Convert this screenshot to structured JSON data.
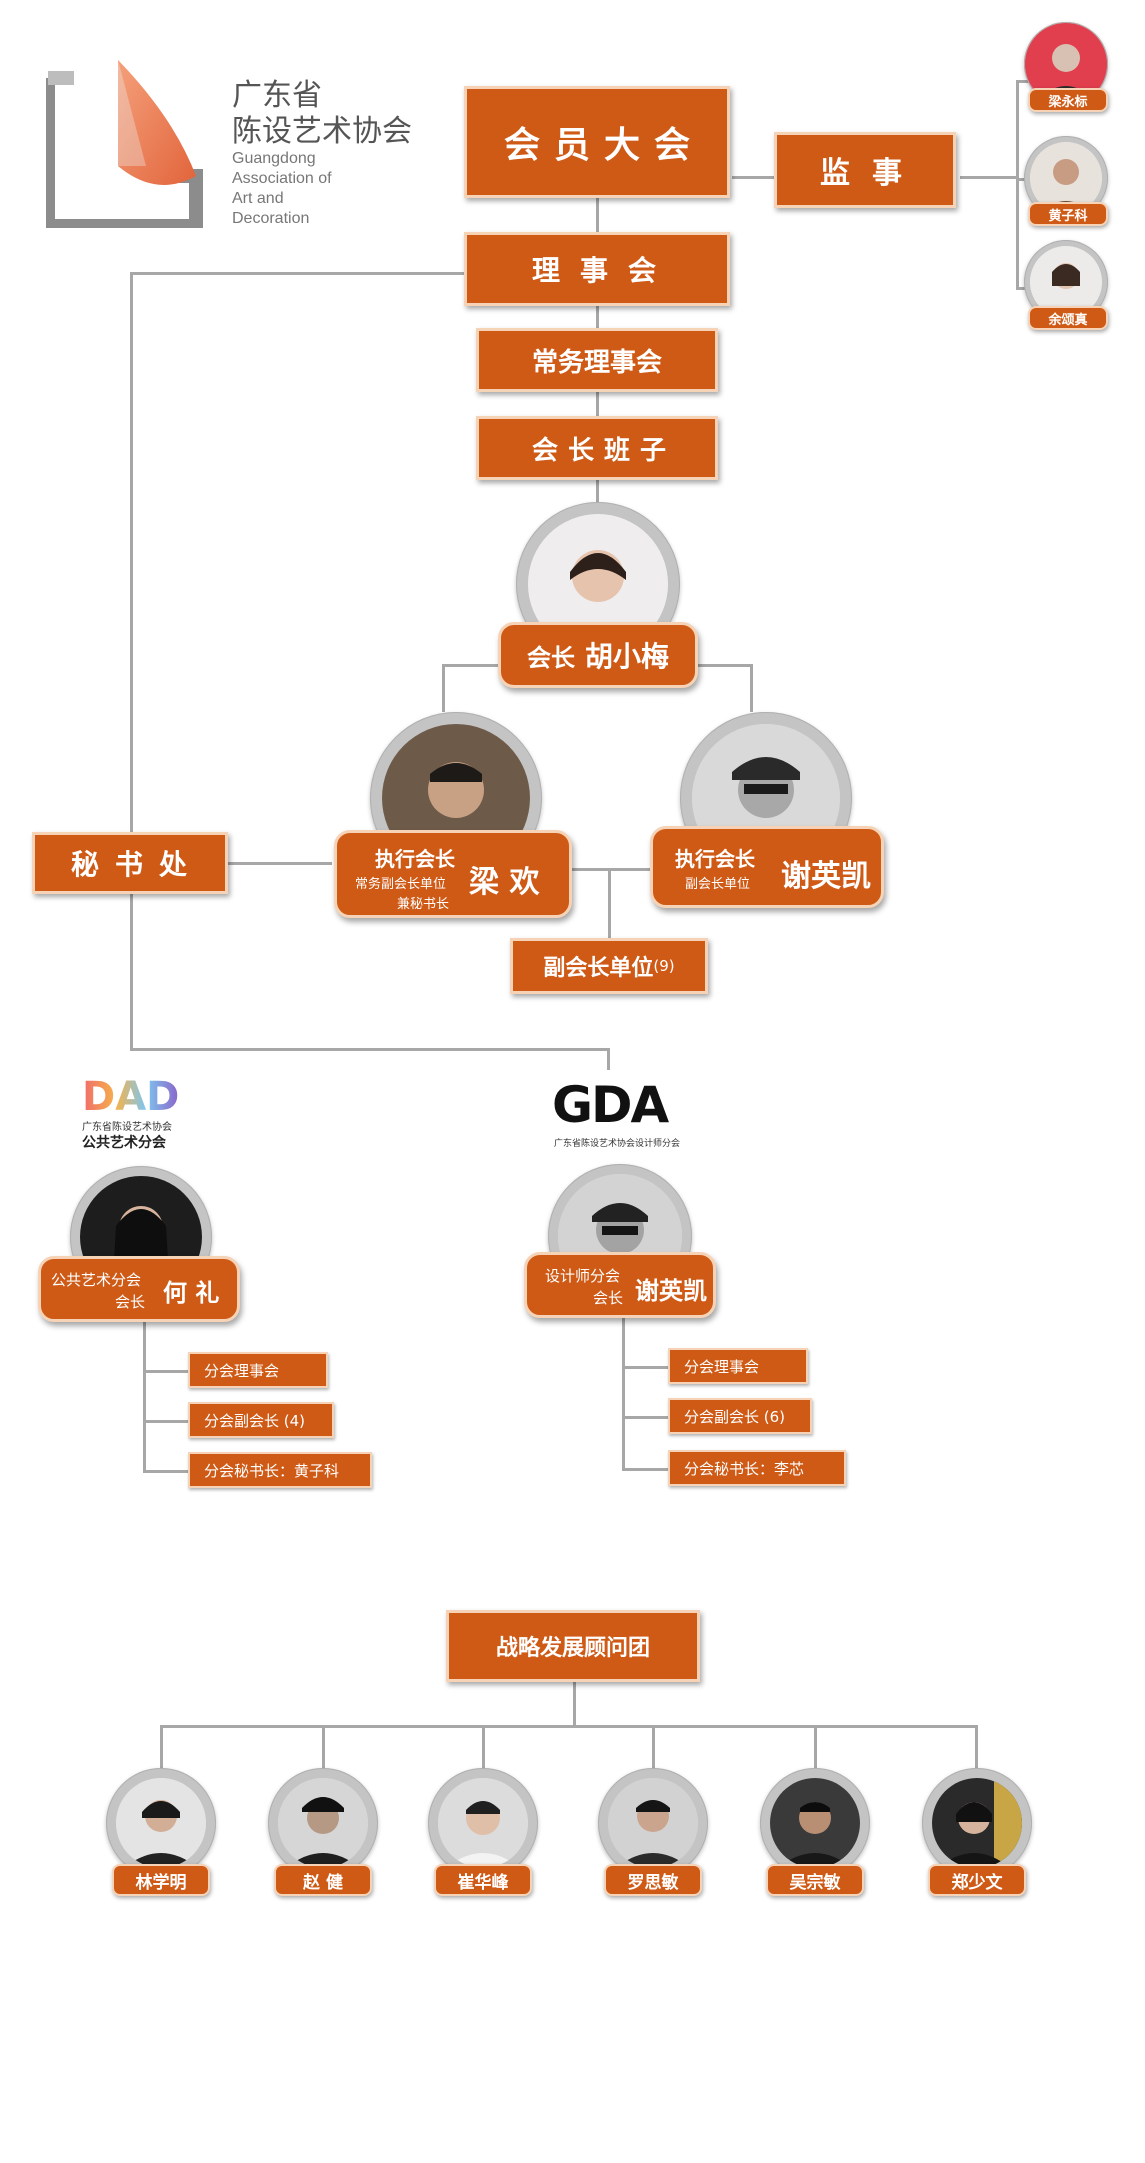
{
  "logo": {
    "cn_line1": "广东省",
    "cn_line2": "陈设艺术协会",
    "en_line1": "Guangdong",
    "en_line2": "Association of",
    "en_line3": "Art and",
    "en_line4": "Decoration"
  },
  "top": {
    "general_assembly": "会员大会",
    "supervisor": "监事",
    "board": "理事会",
    "standing_board": "常务理事会",
    "presidium": "会长班子"
  },
  "supervisors": [
    {
      "name": "梁永标"
    },
    {
      "name": "黄子科"
    },
    {
      "name": "余颂真"
    }
  ],
  "president": {
    "title": "会长",
    "name": "胡小梅"
  },
  "exec_left": {
    "title": "执行会长",
    "sub1": "常务副会长单位",
    "sub2": "兼秘书长",
    "name": "梁 欢"
  },
  "exec_right": {
    "title": "执行会长",
    "sub1": "副会长单位",
    "name": "谢英凯"
  },
  "secretariat": "秘书处",
  "vp_units": {
    "label": "副会长单位",
    "count": "(9)"
  },
  "branch_public": {
    "logo_letters": "DAD",
    "logo_sub": "广东省陈设艺术协会",
    "logo_name": "公共艺术分会",
    "title1": "公共艺术分会",
    "title2": "会长",
    "name": "何 礼",
    "items": [
      "分会理事会",
      "分会副会长 (4)",
      "分会秘书长：黄子科"
    ]
  },
  "branch_design": {
    "logo_letters": "GDA",
    "logo_sub": "广东省陈设艺术协会设计师分会",
    "title1": "设计师分会",
    "title2": "会长",
    "name": "谢英凯",
    "items": [
      "分会理事会",
      "分会副会长 (6)",
      "分会秘书长：李芯"
    ]
  },
  "advisory": {
    "title": "战略发展顾问团",
    "members": [
      {
        "name": "林学明"
      },
      {
        "name": "赵 健"
      },
      {
        "name": "崔华峰"
      },
      {
        "name": "罗思敏"
      },
      {
        "name": "吴宗敏"
      },
      {
        "name": "郑少文"
      }
    ]
  },
  "colors": {
    "accent": "#cf5a16",
    "border": "#f6d3b6",
    "line": "#a7a7a7"
  }
}
